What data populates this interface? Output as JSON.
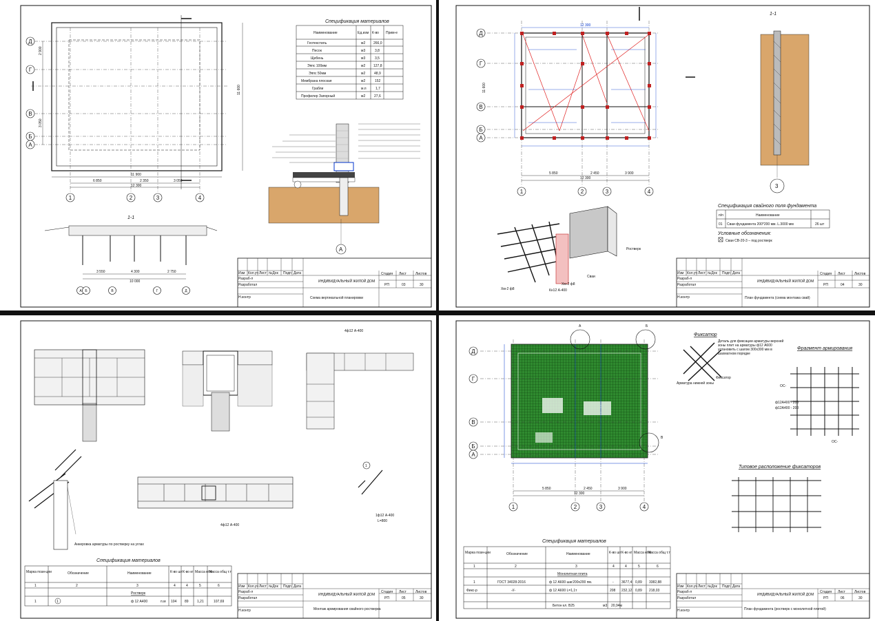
{
  "project": "ИНДИВИДУАЛЬНЫЙ ЖИЛОЙ ДОМ",
  "stamp_headers": [
    "Изм",
    "Кол.уч",
    "Лист",
    "№Док",
    "Подп",
    "Дата"
  ],
  "stamp_roles": [
    "Разраб-л",
    "Разработал",
    "Н.контр"
  ],
  "stamp_stage": {
    "stage": "Стадия",
    "sheet": "Лист",
    "sheets": "Листов"
  },
  "sheets": [
    {
      "sheet_num": "03",
      "sheets_total": "30",
      "stage_val": "РП",
      "title": "Схема вертикальной планировки"
    },
    {
      "sheet_num": "04",
      "sheets_total": "30",
      "stage_val": "РП",
      "title": "План фундамента (схема монтажа свай)"
    },
    {
      "sheet_num": "05",
      "sheets_total": "30",
      "stage_val": "РП",
      "title": "Монтаж армирования свайного ростверка"
    },
    {
      "sheet_num": "06",
      "sheets_total": "30",
      "stage_val": "РП",
      "title": "План фундамента (ростверк с монолитной плитой)"
    }
  ],
  "axes": {
    "letters": [
      "Д",
      "Г",
      "В",
      "Б",
      "А"
    ],
    "numbers": [
      "1",
      "2",
      "3",
      "4"
    ]
  },
  "s1": {
    "spec_title": "Спецификация материалов",
    "spec_head": [
      "Наименование",
      "Ед.изм",
      "К-во",
      "Прим-е"
    ],
    "spec_rows": [
      [
        "Геотекстиль",
        "м2",
        "266,0",
        ""
      ],
      [
        "Песок",
        "м3",
        "3,8",
        ""
      ],
      [
        "Щебень",
        "м3",
        "3,5",
        ""
      ],
      [
        "Эппс 100мм",
        "м2",
        "127,8",
        ""
      ],
      [
        "Эппс 50мм",
        "м2",
        "48,9",
        ""
      ],
      [
        "Мембрана плоская",
        "м2",
        "152",
        ""
      ],
      [
        "Грабли",
        "м.п",
        "1,7",
        ""
      ],
      [
        "Профилер Запорный",
        "м2",
        "27,6",
        ""
      ]
    ],
    "dims": {
      "d1": "11 600",
      "d2": "11 900",
      "d3": "6 850",
      "d4": "2 350",
      "d5": "3 050",
      "d6": "12 300",
      "d7": "3 550",
      "d8": "4 300",
      "d9": "2 750",
      "d10": "10 000",
      "d11": "2 900",
      "d12": "3 050"
    },
    "section_label": "1-1",
    "section_axis": "А"
  },
  "s2": {
    "section_label": "1-1",
    "axis_circle": "3",
    "spec_title": "Спецификация свайного поля фундамента",
    "spec_head": [
      "п/п",
      "Наименование",
      ""
    ],
    "spec_row": [
      "01",
      "Сваи фундамента 200*200 мм. L.3000 мм",
      "26 шт"
    ],
    "legend_title": "Условные обозначения:",
    "legend_item": "Сваи СВ-20-3 – под ростверк",
    "labels": {
      "rostverk": "Ростверк",
      "svai": "Сваи",
      "rebar1": "Кн12 А-400",
      "rebar2": "Хм-2 ф8",
      "rebar3": "Хм-2 ф8"
    },
    "dims": {
      "d1": "12 300",
      "d2": "5 850",
      "d3": "2 450",
      "d4": "3 900",
      "d5": "11 600"
    }
  },
  "s3": {
    "spec_title": "Спецификация материалов",
    "spec_head": [
      "Марка пози-ции",
      "Обозначение",
      "Наименование",
      "К-во шт",
      "К-во кг",
      "Масса кг/м",
      "Масса общ т.т"
    ],
    "spec_nums": [
      "1",
      "2",
      "3",
      "4",
      "4",
      "5",
      "6"
    ],
    "group": "Ростверк",
    "row": [
      "1",
      "1",
      "ф 12 А400",
      "п.м",
      "104",
      "89",
      "1,21",
      "107,69"
    ],
    "note1": "Анкеровка арматуры по ростверку на углах",
    "note2": "4ф12 А-400",
    "note3": "4ф12 А-400",
    "note4": "1ф12 А-400",
    "note5": "L=800",
    "mark": "1"
  },
  "s4": {
    "fixator_title": "Фиксатор",
    "fixator_text": "Деталь для фиксации арматуры верхней зоны плит на арматуры ф12 А600 установить с шагом 300х300 мм в шахматном порядке",
    "fixator_l1": "Арматура нижней зоны",
    "fixator_l2": "Фиксатор",
    "frag_title": "Фрагмент армирования",
    "frag_l1": "ф12А400 - 200",
    "frag_l2": "ф12А400 - 200",
    "frag_axis": "ОС-",
    "layout_title": "Типовое расположение фиксаторов",
    "spec_title": "Спецификация материалов",
    "spec_head": [
      "Марка пози-ции",
      "Обозначение",
      "Наименование",
      "К-во шт",
      "К-во кг",
      "Масса кг/м",
      "Масса общ т.т"
    ],
    "spec_nums": [
      "1",
      "2",
      "3",
      "4",
      "4",
      "5",
      "6"
    ],
    "group": "Монолитная плита",
    "rows": [
      [
        "1",
        "ГОСТ 34028-2016",
        "ф 12 А600 шаг200х200 пм.",
        "-",
        "3677,4",
        "0,89",
        "3382,88"
      ],
      [
        "Фикс-р",
        "-//-",
        "ф 12 А600   L=1,1т",
        "208",
        "232,12",
        "0,89",
        "218,03"
      ]
    ],
    "concrete": [
      "Бетон кл. В25",
      "м3",
      "20,94м"
    ],
    "dims": {
      "d1": "12 300",
      "d2": "5 850",
      "d3": "2 450",
      "d4": "3 900"
    },
    "callouts": [
      "А",
      "Б",
      "В"
    ]
  }
}
